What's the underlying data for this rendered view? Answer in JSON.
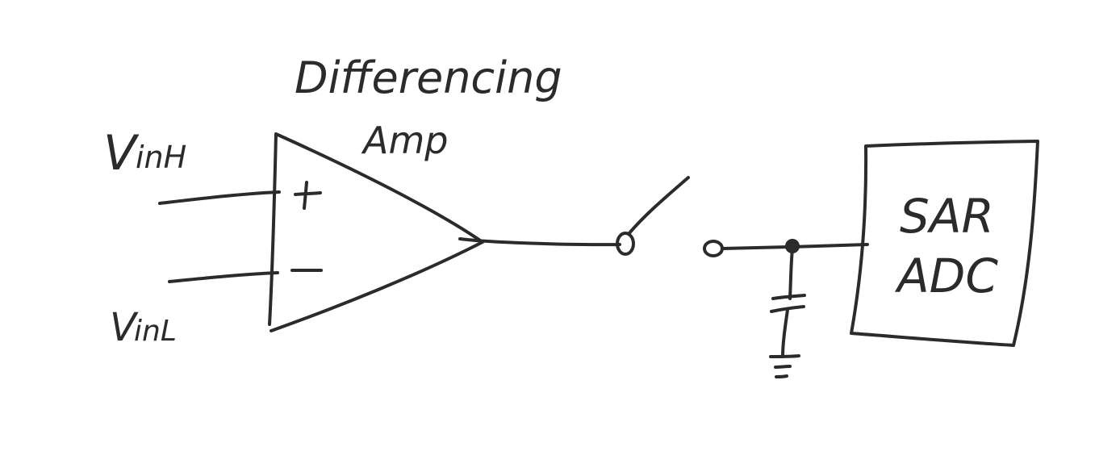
{
  "colors": {
    "ink": "#2b2b2b",
    "background": "#ffffff"
  },
  "labels": {
    "amp_line1": "Differencing",
    "amp_line2": "Amp",
    "input_high": "V",
    "input_high_sub": "inH",
    "input_low": "V",
    "input_low_sub": "inL",
    "plus": "+",
    "minus": "−",
    "adc_line1": "SAR",
    "adc_line2": "ADC"
  }
}
